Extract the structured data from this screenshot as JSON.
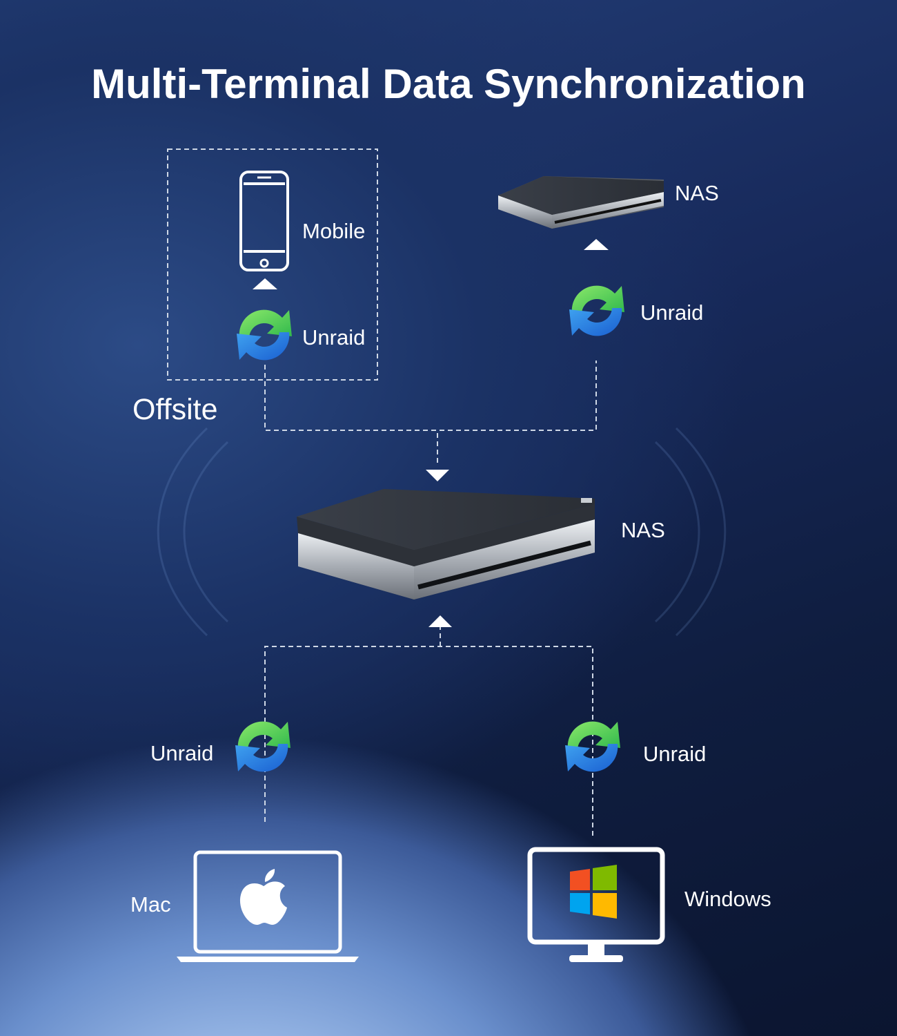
{
  "title": "Multi-Terminal Data Synchronization",
  "offsite_label": "Offsite",
  "nodes": {
    "mobile": "Mobile",
    "nas_remote": "NAS",
    "nas_central": "NAS",
    "mac": "Mac",
    "windows": "Windows"
  },
  "sync_labels": {
    "mobile": "Unraid",
    "nas_remote": "Unraid",
    "mac": "Unraid",
    "windows": "Unraid"
  },
  "icons": {
    "phone": "smartphone-icon",
    "nas": "nas-device-icon",
    "sync": "sync-arrows-icon",
    "laptop": "laptop-icon",
    "apple": "apple-logo-icon",
    "monitor": "desktop-monitor-icon",
    "windows": "windows-logo-icon"
  },
  "colors": {
    "sync_green": "#3fcf5a",
    "sync_blue": "#2a7de1",
    "windows_red": "#f25022",
    "windows_green": "#7fba00",
    "windows_blue": "#00a4ef",
    "windows_yellow": "#ffb900"
  }
}
